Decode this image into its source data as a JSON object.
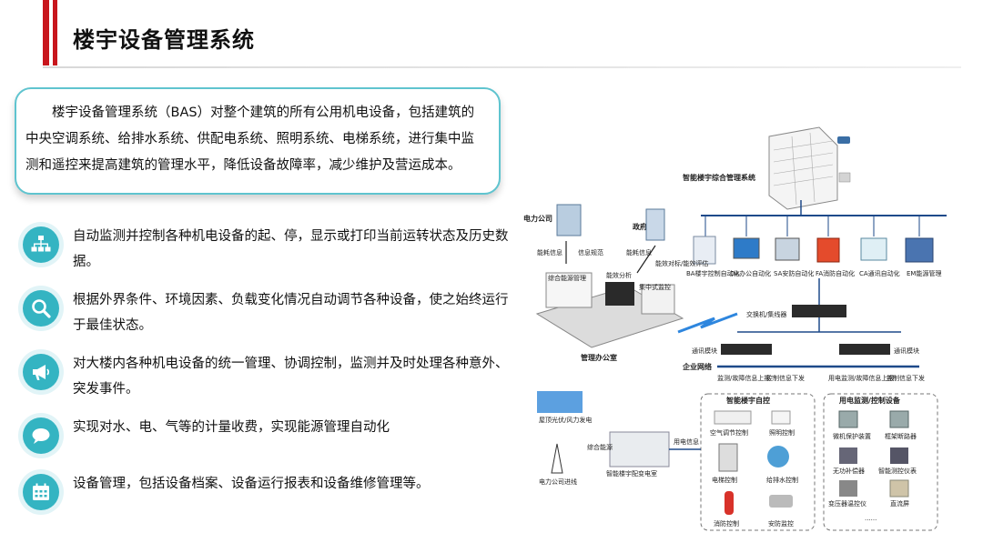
{
  "header": {
    "title": "楼宇设备管理系统"
  },
  "intro": {
    "text": "楼宇设备管理系统（BAS）对整个建筑的所有公用机电设备，包括建筑的中央空调系统、给排水系统、供配电系统、照明系统、电梯系统，进行集中监测和遥控来提高建筑的管理水平，降低设备故障率，减少维护及营运成本。"
  },
  "features": [
    {
      "icon": "org-chart-icon",
      "text": "自动监测并控制各种机电设备的起、停，显示或打印当前运转状态及历史数据。"
    },
    {
      "icon": "magnifier-icon",
      "text": "根据外界条件、环境因素、负载变化情况自动调节各种设备，使之始终运行于最佳状态。"
    },
    {
      "icon": "megaphone-icon",
      "text": "对大楼内各种机电设备的统一管理、协调控制，监测并及时处理各种意外、突发事件。"
    },
    {
      "icon": "speech-bubble-icon",
      "text": "实现对水、电、气等的计量收费，实现能源管理自动化"
    },
    {
      "icon": "calendar-icon",
      "text": "设备管理，包括设备档案、设备运行报表和设备维修管理等。"
    }
  ],
  "diagram": {
    "top_label": "智能楼宇综合管理系统",
    "subsystems": [
      "BA楼宇控制自动化",
      "OA办公自动化",
      "SA安防自动化",
      "FA消防自动化",
      "CA通讯自动化",
      "EM能源管理"
    ],
    "power_company": "电力公司",
    "government": "政府",
    "center_labels": [
      "综合能源管理",
      "能效分析",
      "集中式监控"
    ],
    "arrow_labels": [
      "能耗信息",
      "信息规范",
      "能耗信息",
      "能效对标/能效评估"
    ],
    "office": "管理办公室",
    "switch": "交换机/集线器",
    "comm_modules": [
      "通讯模块",
      "通讯模块"
    ],
    "enterprise_network": "企业网络",
    "uplink_labels": [
      "监测/故障信息上报",
      "控制信息下发",
      "用电监测/故障信息上报",
      "控制信息下发"
    ],
    "building_control": {
      "title": "智能楼宇自控",
      "items": [
        "空气调节控制",
        "照明控制",
        "电梯控制",
        "给排水控制",
        "消防控制",
        "安防监控"
      ]
    },
    "power_monitor": {
      "title": "用电监测/控制设备",
      "items": [
        "微机保护装置",
        "框架断路器",
        "无功补偿器",
        "智能测控仪表",
        "变压器温控仪",
        "直流屏",
        "......"
      ]
    },
    "sources": [
      "屋顶光伏/风力发电",
      "电力公司进线"
    ],
    "substation": "智能楼宇配变电室",
    "misc_labels": [
      "综合能源",
      "用电信息"
    ]
  }
}
